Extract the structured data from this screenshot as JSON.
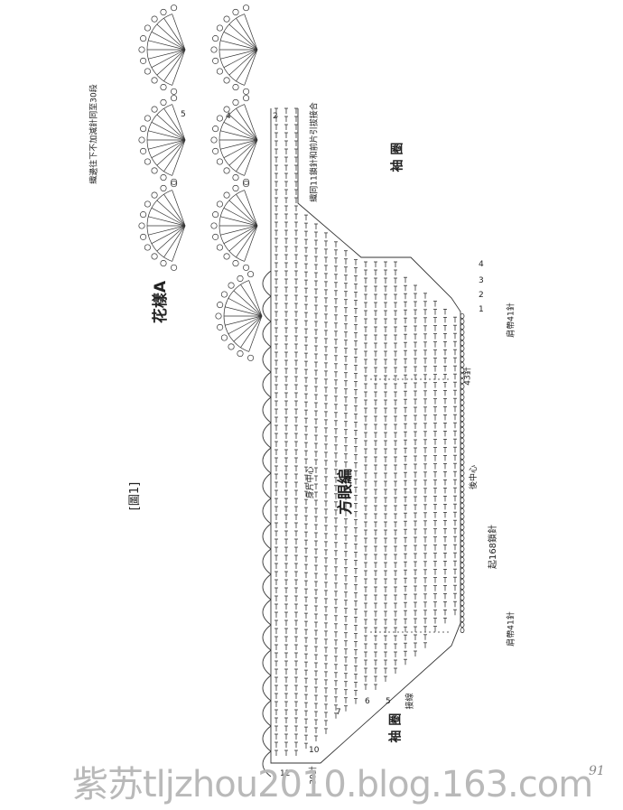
{
  "diagram": {
    "figure_label": "[圖1]",
    "motif_label": "花樣A",
    "grid_label": "方眼編",
    "armhole_top": "袖 圈",
    "armhole_bottom": "袖 圈",
    "edge_note": "織邊往下不加減針同至30段",
    "top_note": "織同11鎖針和前片引拔接合",
    "body_center": "身片中心",
    "back_center": "後中心",
    "cast_on": "起168鎖針",
    "shoulder_top": "肩帶41針",
    "shoulder_bottom": "肩帶41針",
    "stitches_43": "43針",
    "join": "接線",
    "bottom_count": "30針",
    "rows_right": [
      "4",
      "3",
      "2",
      "1"
    ],
    "rows_bottom": [
      "5",
      "6",
      "7",
      "10",
      "12"
    ],
    "top_small": [
      "5",
      "4",
      "2"
    ]
  },
  "watermark": "紫苏tljzhou2010.blog.163.com",
  "page_number": "91",
  "colors": {
    "ink": "#333333",
    "watermark": "#b9b9b9"
  }
}
